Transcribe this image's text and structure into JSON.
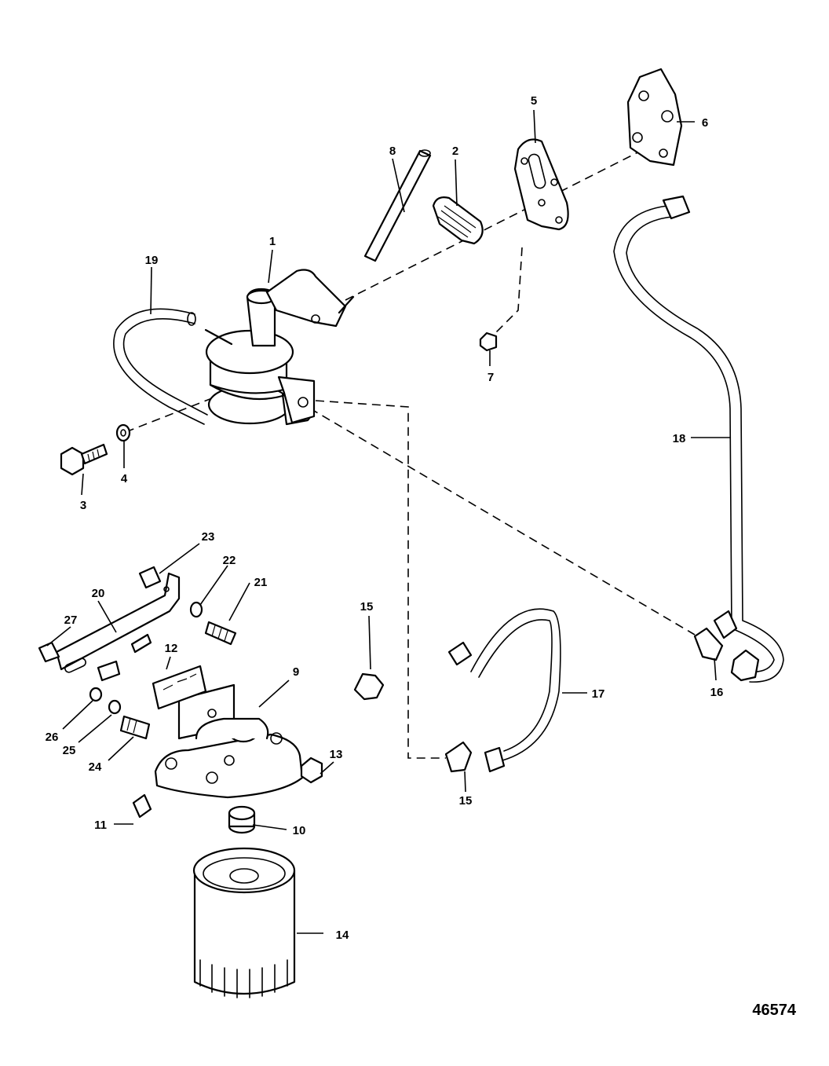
{
  "figure_number": "46574",
  "callouts": {
    "c1": "1",
    "c2": "2",
    "c3": "3",
    "c4": "4",
    "c5": "5",
    "c6": "6",
    "c7": "7",
    "c8": "8",
    "c9": "9",
    "c10": "10",
    "c11": "11",
    "c12": "12",
    "c13": "13",
    "c14": "14",
    "c15a": "15",
    "c15b": "15",
    "c16": "16",
    "c17": "17",
    "c18": "18",
    "c19": "19",
    "c20": "20",
    "c21": "21",
    "c22": "22",
    "c23": "23",
    "c24": "24",
    "c25": "25",
    "c26": "26",
    "c27": "27"
  }
}
